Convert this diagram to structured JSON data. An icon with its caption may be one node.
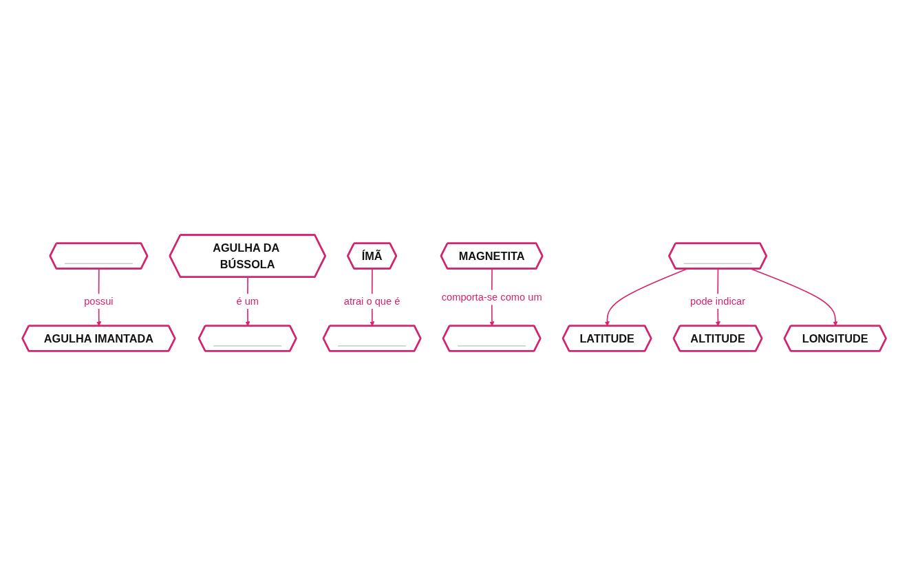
{
  "diagram": {
    "nodes": [
      {
        "text": [],
        "shape": "hexagon"
      },
      {
        "text": [
          "AGULHA DA BÚSSOLA"
        ]
      },
      {
        "text": [
          "ÍMÃ"
        ]
      },
      {
        "text": [
          "AGULHA IMANTADA"
        ]
      },
      {
        "text": [],
        "shape": "hexagon"
      },
      {
        "text": [],
        "shape": "hexagon"
      },
      {
        "text": [
          "MAGNETITA"
        ]
      },
      {
        "text": [],
        "shape": "hexagon"
      },
      {
        "text": [],
        "shape": "hexagon"
      },
      {
        "text": [
          "LATITUDE"
        ]
      },
      {
        "text": [
          "LONGITUDE"
        ]
      },
      {
        "text": [
          "ALTITUDE"
        ]
      }
    ],
    "edges": [
      {
        "from": 0,
        "to": 3,
        "label": "possui",
        "arrow": "to"
      },
      {
        "from": 1,
        "to": 4,
        "label": "é um",
        "arrow": "to"
      },
      {
        "from": 2,
        "to": 5,
        "label": "atrai o que é",
        "arrow": "to"
      },
      {
        "from": 6,
        "to": 8,
        "label": "comporta-se como um",
        "arrow": "to"
      },
      {
        "from": 7,
        "to": 9,
        "arrow": "to"
      },
      {
        "from": 7,
        "to": 11,
        "label": "pode indicar",
        "arrow": "to"
      },
      {
        "from": 7,
        "to": 10,
        "arrow": "to"
      }
    ]
  }
}
